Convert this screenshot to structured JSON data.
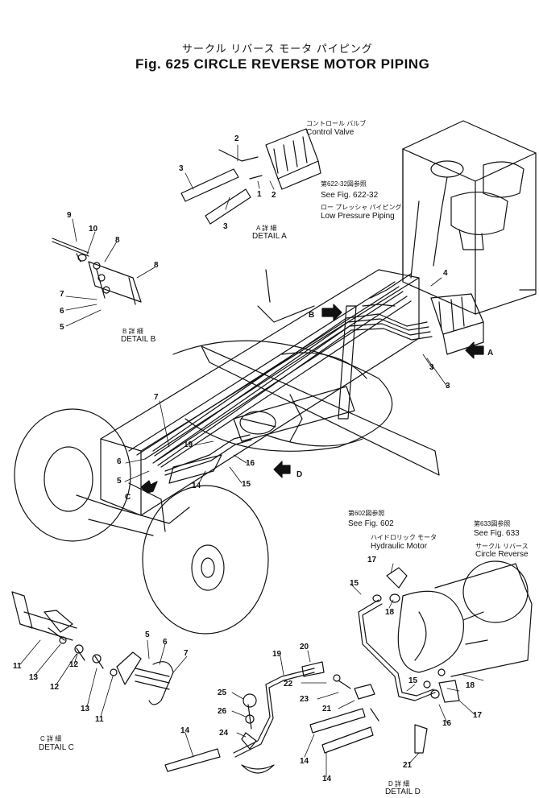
{
  "title": {
    "jp": "サークル リバース モータ パイピング",
    "en": "Fig. 625 CIRCLE REVERSE MOTOR PIPING"
  },
  "labels": {
    "control_valve_jp": "コントロール バルブ",
    "control_valve": "Control Valve",
    "see622_jp": "第622-32図参照",
    "see622": "See Fig. 622-32",
    "lowpress_jp": "ロー プレッシャ パイピング",
    "lowpress": "Low Pressure Piping",
    "detailA_jp": "A 詳 細",
    "detailA": "DETAIL A",
    "detailB_jp": "B 詳 細",
    "detailB": "DETAIL B",
    "detailC_jp": "C 詳 細",
    "detailC": "DETAIL C",
    "detailD_jp": "D 詳 細",
    "detailD": "DETAIL D",
    "see602_jp": "第602図参照",
    "see602": "See Fig. 602",
    "hydmotor_jp": "ハイドロリック モータ",
    "hydmotor": "Hydraulic Motor",
    "see633_jp": "第633図参照",
    "see633": "See Fig. 633",
    "circrev_jp": "サークル リバース",
    "circrev": "Circle Reverse",
    "arrowA": "A",
    "arrowB": "B",
    "arrowC": "C",
    "arrowD": "D"
  },
  "callouts": {
    "dA_2a": "2",
    "dA_2b": "2",
    "dA_3a": "3",
    "dA_3b": "3",
    "dA_1": "1",
    "dB_9": "9",
    "dB_10": "10",
    "dB_8a": "8",
    "dB_8b": "8",
    "dB_7": "7",
    "dB_6": "6",
    "dB_5": "5",
    "m_4": "4",
    "m_3a": "3",
    "m_3b": "3",
    "m_7": "7",
    "m_6": "6",
    "m_5": "5",
    "m_19": "19",
    "m_16": "16",
    "m_14": "14",
    "m_15": "15",
    "dC_11a": "11",
    "dC_13a": "13",
    "dC_12a": "12",
    "dC_12b": "12",
    "dC_13b": "13",
    "dC_11b": "11",
    "dC_5": "5",
    "dC_6": "6",
    "dC_7": "7",
    "dD_17a": "17",
    "dD_15a": "15",
    "dD_18a": "18",
    "dD_20": "20",
    "dD_19": "19",
    "dD_22": "22",
    "dD_15b": "15",
    "dD_18b": "18",
    "dD_25": "25",
    "dD_23": "23",
    "dD_26": "26",
    "dD_21a": "21",
    "dD_17b": "17",
    "dD_16": "16",
    "dD_14a": "14",
    "dD_24": "24",
    "dD_14b": "14",
    "dD_21b": "21",
    "dD_14c": "14"
  }
}
